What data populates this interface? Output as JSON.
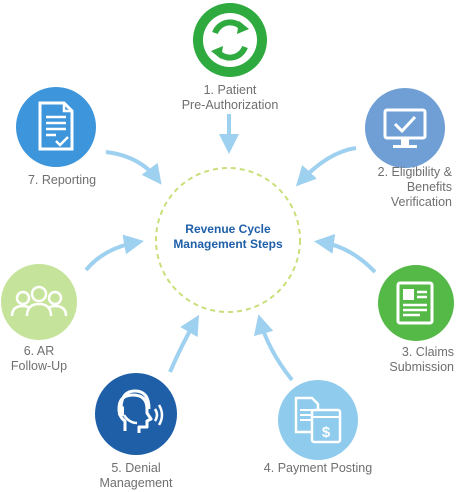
{
  "diagram": {
    "center": {
      "line1": "Revenue Cycle",
      "line2": "Management Steps"
    },
    "steps": [
      {
        "id": "patient-pre-authorization",
        "line1": "1. Patient",
        "line2": "Pre-Authorization",
        "line3": "",
        "color": "#2eaa3f",
        "icon": "recycle-arrows-icon"
      },
      {
        "id": "eligibility-benefits-verification",
        "line1": "2. Eligibility &",
        "line2": "Benefits",
        "line3": "Verification",
        "color": "#6f9fd4",
        "icon": "monitor-check-icon"
      },
      {
        "id": "claims-submission",
        "line1": "3. Claims",
        "line2": "Submission",
        "line3": "",
        "color": "#55b947",
        "icon": "document-form-icon"
      },
      {
        "id": "payment-posting",
        "line1": "4. Payment Posting",
        "line2": "",
        "line3": "",
        "color": "#8ecbed",
        "icon": "invoice-dollar-icon"
      },
      {
        "id": "denial-management",
        "line1": "5. Denial",
        "line2": "Management",
        "line3": "",
        "color": "#1f5fa8",
        "icon": "headset-agent-icon"
      },
      {
        "id": "ar-follow-up",
        "line1": "6. AR",
        "line2": "Follow-Up",
        "line3": "",
        "color": "#c5e39a",
        "icon": "people-group-icon"
      },
      {
        "id": "reporting",
        "line1": "7. Reporting",
        "line2": "",
        "line3": "",
        "color": "#3d95db",
        "icon": "checklist-report-icon"
      }
    ],
    "arrow_color": "#9ed0ef",
    "ring_color": "#c8df7a"
  }
}
